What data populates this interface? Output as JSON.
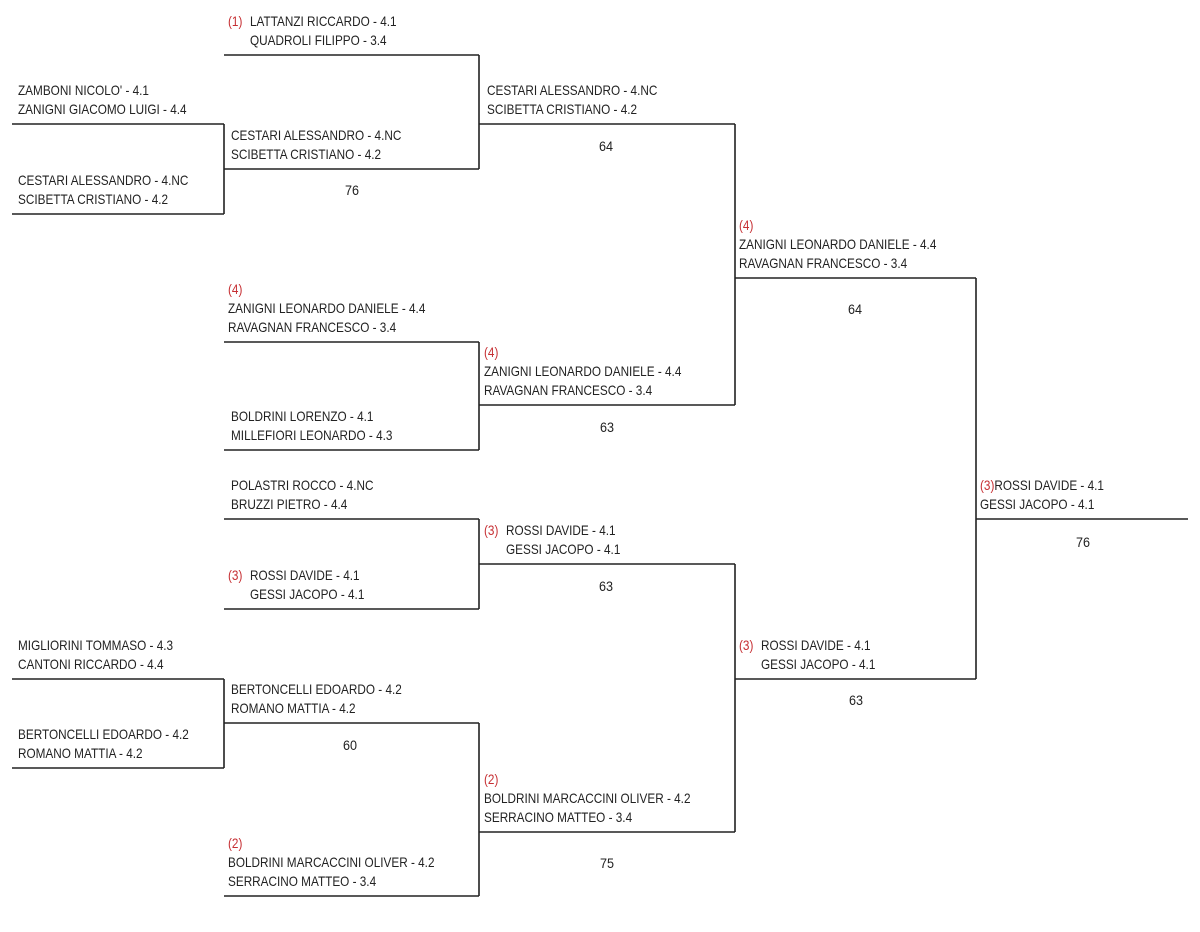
{
  "rounds": [
    {
      "name": "round-1",
      "entries": [
        {
          "seed": "",
          "players": [
            "ZAMBONI NICOLO' - 4.1",
            "ZANIGNI GIACOMO LUIGI - 4.4"
          ],
          "score": ""
        },
        {
          "seed": "",
          "players": [
            "CESTARI ALESSANDRO - 4.NC",
            "SCIBETTA CRISTIANO - 4.2"
          ],
          "score": ""
        },
        {
          "seed": "",
          "players": [
            "MIGLIORINI TOMMASO - 4.3",
            "CANTONI RICCARDO - 4.4"
          ],
          "score": ""
        },
        {
          "seed": "",
          "players": [
            "BERTONCELLI EDOARDO - 4.2",
            "ROMANO MATTIA - 4.2"
          ],
          "score": ""
        }
      ]
    },
    {
      "name": "round-2",
      "entries": [
        {
          "seed": "(1)",
          "players": [
            "LATTANZI RICCARDO - 4.1",
            "QUADROLI FILIPPO - 3.4"
          ],
          "score": ""
        },
        {
          "seed": "",
          "players": [
            "CESTARI ALESSANDRO - 4.NC",
            "SCIBETTA CRISTIANO - 4.2"
          ],
          "score": "76"
        },
        {
          "seed": "(4)",
          "players": [
            "ZANIGNI LEONARDO DANIELE - 4.4",
            "RAVAGNAN FRANCESCO - 3.4"
          ],
          "score": ""
        },
        {
          "seed": "",
          "players": [
            "BOLDRINI LORENZO - 4.1",
            "MILLEFIORI LEONARDO - 4.3"
          ],
          "score": ""
        },
        {
          "seed": "",
          "players": [
            "POLASTRI ROCCO - 4.NC",
            "BRUZZI PIETRO - 4.4"
          ],
          "score": ""
        },
        {
          "seed": "(3)",
          "players": [
            "ROSSI DAVIDE - 4.1",
            "GESSI JACOPO - 4.1"
          ],
          "score": ""
        },
        {
          "seed": "",
          "players": [
            "BERTONCELLI EDOARDO - 4.2",
            "ROMANO MATTIA - 4.2"
          ],
          "score": "60"
        },
        {
          "seed": "(2)",
          "players": [
            "BOLDRINI MARCACCINI OLIVER - 4.2",
            "SERRACINO MATTEO - 3.4"
          ],
          "score": ""
        }
      ]
    },
    {
      "name": "quarterfinals",
      "entries": [
        {
          "seed": "",
          "players": [
            "CESTARI ALESSANDRO - 4.NC",
            "SCIBETTA CRISTIANO - 4.2"
          ],
          "score": "64"
        },
        {
          "seed": "(4)",
          "players": [
            "ZANIGNI LEONARDO DANIELE - 4.4",
            "RAVAGNAN FRANCESCO - 3.4"
          ],
          "score": "63"
        },
        {
          "seed": "(3)",
          "players": [
            "ROSSI DAVIDE - 4.1",
            "GESSI JACOPO - 4.1"
          ],
          "score": "63"
        },
        {
          "seed": "(2)",
          "players": [
            "BOLDRINI MARCACCINI OLIVER - 4.2",
            "SERRACINO MATTEO - 3.4"
          ],
          "score": "75"
        }
      ]
    },
    {
      "name": "semifinals",
      "entries": [
        {
          "seed": "(4)",
          "players": [
            "ZANIGNI LEONARDO DANIELE - 4.4",
            "RAVAGNAN FRANCESCO - 3.4"
          ],
          "score": "64"
        },
        {
          "seed": "(3)",
          "players": [
            "ROSSI DAVIDE - 4.1",
            "GESSI JACOPO - 4.1"
          ],
          "score": "63"
        }
      ]
    },
    {
      "name": "winner",
      "entries": [
        {
          "seed": "(3)",
          "players": [
            "ROSSI DAVIDE - 4.1",
            "GESSI JACOPO - 4.1"
          ],
          "score": "76"
        }
      ]
    }
  ]
}
